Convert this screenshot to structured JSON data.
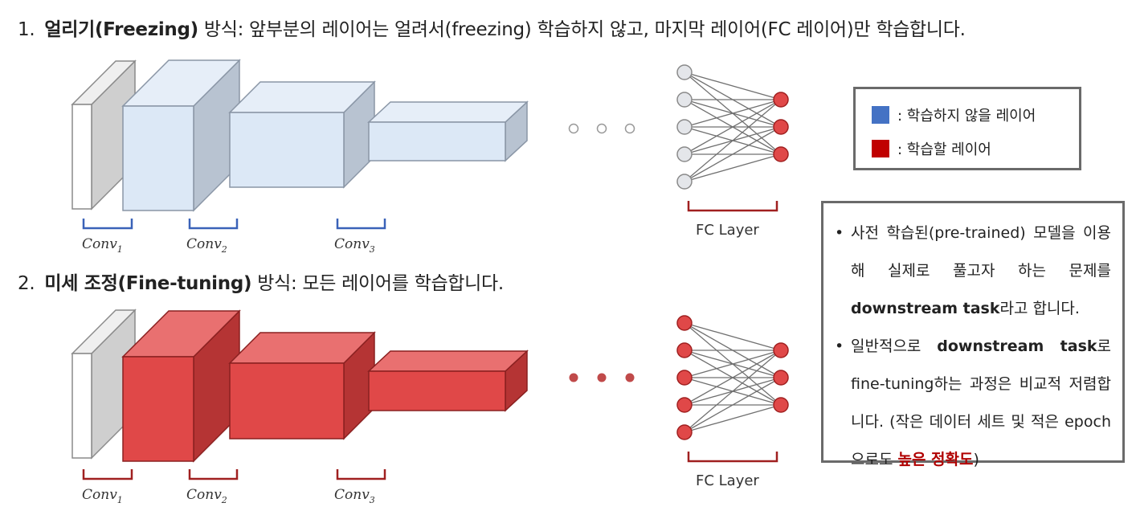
{
  "colors": {
    "frozen_layer": "#4472c4",
    "trained_layer": "#c00000",
    "frozen_fill": "#dce8f6",
    "trained_fill": "#e04848",
    "bracket_frozen": "#3a62b8",
    "bracket_trained": "#a02020",
    "highlight_text": "#b00000"
  },
  "section1": {
    "number": "1.",
    "heading": "얼리기(Freezing)",
    "text": " 방식: 앞부분의 레이어는 얼려서(freezing) 학습하지 않고, 마지막 레이어(FC 레이어)만 학습합니다."
  },
  "section2": {
    "number": "2.",
    "heading": "미세 조정(Fine-tuning)",
    "text": " 방식: 모든 레이어를 학습합니다."
  },
  "diagram": {
    "conv_labels": [
      {
        "base": "Conv",
        "sub": "1"
      },
      {
        "base": "Conv",
        "sub": "2"
      },
      {
        "base": "Conv",
        "sub": "3"
      }
    ],
    "fc_label": "FC Layer",
    "ellipsis": "• • •"
  },
  "legend": {
    "frozen_label": ": 학습하지 않을 레이어",
    "trained_label": ": 학습할 레이어"
  },
  "notes": {
    "note1_a": "사전 학습된(pre-trained) 모델을 이용해 실제로 풀고자 하는 문제를 ",
    "note1_bold": "downstream task",
    "note1_b": "라고 합니다.",
    "note2_a": "일반적으로 ",
    "note2_bold": "downstream task",
    "note2_b": "로 fine-tuning하는 과정은 비교적 저렴합니다. (작은 데이터 세트 및 적은 epoch으로도 ",
    "note2_highlight": "높은 정확도",
    "note2_c": ")"
  }
}
